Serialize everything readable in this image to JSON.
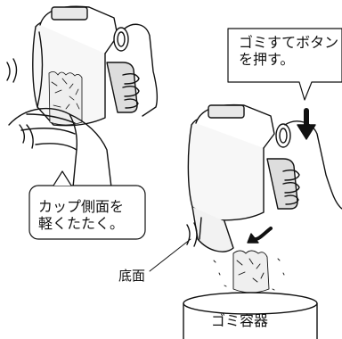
{
  "callouts": {
    "press_button": {
      "line1": "ゴミすてボタン",
      "line2": "を押す。"
    },
    "tap_cup": {
      "line1": "カップ側面を",
      "line2": "軽くたたく。"
    },
    "bottom_label": "底面",
    "dust_bin_label": "ゴミ容器"
  },
  "colors": {
    "ink": "#111111",
    "background": "#ffffff"
  },
  "icons": [
    "dust-cup-illustration",
    "hand-illustration",
    "down-arrow-icon",
    "curved-arrow-icon",
    "motion-lines-icon",
    "debris-illustration",
    "trash-bin-illustration"
  ]
}
